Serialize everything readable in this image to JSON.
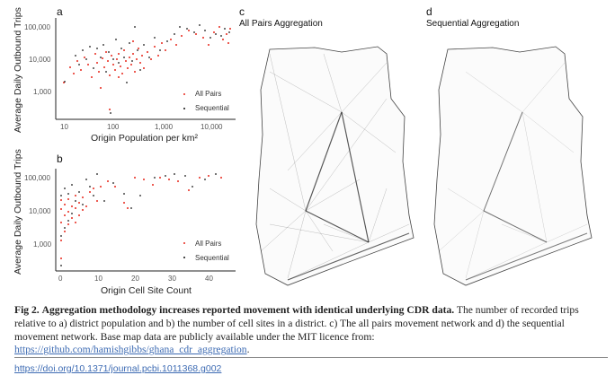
{
  "figure": {
    "panels": {
      "a": {
        "letter": "a",
        "ylabel": "Average Daily Outbound Trips",
        "xlabel": "Origin Population per  km²"
      },
      "b": {
        "letter": "b",
        "ylabel": "Average Daily Outbound Trips",
        "xlabel": "Origin Cell Site Count"
      },
      "c": {
        "letter": "c",
        "title": "All Pairs Aggregation"
      },
      "d": {
        "letter": "d",
        "title": "Sequential Aggregation"
      }
    },
    "legend": {
      "all_pairs": "All Pairs",
      "sequential": "Sequential"
    },
    "colors": {
      "all_pairs": "#e8271c",
      "sequential": "#111111"
    }
  },
  "caption": {
    "label": "Fig 2.",
    "title": "Aggregation methodology increases reported movement with identical underlying CDR data.",
    "body": " The number of recorded trips relative to a) district population and b) the number of cell sites in a district. c) The all pairs movement network and d) the sequential movement network. Base map data are publicly available under the MIT licence from: ",
    "link": "https://github.com/hamishgibbs/ghana_cdr_aggregation",
    "end": "."
  },
  "doi": "https://doi.org/10.1371/journal.pcbi.1011368.g002",
  "chart_data": [
    {
      "type": "scatter",
      "panel": "a",
      "xlabel": "Origin Population per km²",
      "ylabel": "Average Daily Outbound Trips",
      "xscale": "log",
      "yscale": "log",
      "xticks": [
        "10",
        "100",
        "1,000",
        "10,000"
      ],
      "yticks": [
        "1,000",
        "10,000",
        "100,000"
      ],
      "xlim": [
        8,
        30000
      ],
      "ylim": [
        150,
        150000
      ],
      "legend": [
        "All Pairs",
        "Sequential"
      ],
      "legend_position": "bottom-right",
      "series": [
        {
          "name": "All Pairs",
          "color": "#e8271c",
          "points": [
            [
              10,
              1800
            ],
            [
              14,
              5500
            ],
            [
              18,
              3500
            ],
            [
              22,
              7000
            ],
            [
              30,
              9000
            ],
            [
              40,
              6000
            ],
            [
              50,
              8000
            ],
            [
              60,
              2500
            ],
            [
              70,
              12000
            ],
            [
              80,
              5000
            ],
            [
              90,
              9000
            ],
            [
              100,
              8000
            ],
            [
              110,
              250
            ],
            [
              120,
              15000
            ],
            [
              130,
              6000
            ],
            [
              150,
              10000
            ],
            [
              200,
              9000
            ],
            [
              250,
              12000
            ],
            [
              300,
              20000
            ],
            [
              400,
              8000
            ],
            [
              600,
              25000
            ],
            [
              1000,
              40000
            ],
            [
              1200,
              60000
            ],
            [
              2000,
              90000
            ],
            [
              3000,
              80000
            ],
            [
              5000,
              40000
            ],
            [
              8000,
              50000
            ],
            [
              12000,
              100000
            ],
            [
              18000,
              60000
            ],
            [
              22000,
              50000
            ]
          ]
        },
        {
          "name": "Sequential",
          "color": "#111111",
          "points": [
            [
              10,
              1900
            ],
            [
              14,
              11000
            ],
            [
              20,
              8000
            ],
            [
              30,
              15000
            ],
            [
              50,
              30000
            ],
            [
              60,
              12000
            ],
            [
              80,
              20000
            ],
            [
              100,
              10000
            ],
            [
              110,
              180
            ],
            [
              120,
              40000
            ],
            [
              150,
              7000
            ],
            [
              200,
              25000
            ],
            [
              300,
              90000
            ],
            [
              500,
              15000
            ],
            [
              800,
              30000
            ],
            [
              1200,
              70000
            ],
            [
              2000,
              100000
            ],
            [
              4000,
              110000
            ],
            [
              6000,
              60000
            ],
            [
              10000,
              70000
            ],
            [
              20000,
              80000
            ]
          ]
        }
      ]
    },
    {
      "type": "scatter",
      "panel": "b",
      "xlabel": "Origin Cell Site Count",
      "ylabel": "Average Daily Outbound Trips",
      "yscale": "log",
      "xticks": [
        "0",
        "10",
        "20",
        "30",
        "40"
      ],
      "yticks": [
        "1,000",
        "10,000",
        "100,000"
      ],
      "xlim": [
        -1,
        47
      ],
      "ylim": [
        150,
        150000
      ],
      "legend": [
        "All Pairs",
        "Sequential"
      ],
      "legend_position": "bottom-right",
      "series": [
        {
          "name": "All Pairs",
          "color": "#e8271c",
          "points": [
            [
              1,
              250
            ],
            [
              1,
              900
            ],
            [
              1,
              5000
            ],
            [
              2,
              3000
            ],
            [
              3,
              8000
            ],
            [
              4,
              10000
            ],
            [
              5,
              6000
            ],
            [
              6,
              12000
            ],
            [
              7,
              9000
            ],
            [
              8,
              20000
            ],
            [
              10,
              30000
            ],
            [
              12,
              15000
            ],
            [
              15,
              80000
            ],
            [
              19,
              8000
            ],
            [
              20,
              12000
            ],
            [
              22,
              90000
            ],
            [
              24,
              100000
            ],
            [
              27,
              45000
            ],
            [
              29,
              90000
            ],
            [
              33,
              80000
            ],
            [
              35,
              75000
            ],
            [
              38,
              35000
            ],
            [
              39,
              90000
            ],
            [
              41,
              110000
            ],
            [
              45,
              90000
            ]
          ]
        },
        {
          "name": "Sequential",
          "color": "#111111",
          "points": [
            [
              1,
              180
            ],
            [
              1,
              2000
            ],
            [
              2,
              40000
            ],
            [
              3,
              15000
            ],
            [
              4,
              60000
            ],
            [
              5,
              30000
            ],
            [
              6,
              20000
            ],
            [
              8,
              95000
            ],
            [
              10,
              60000
            ],
            [
              12,
              110000
            ],
            [
              15,
              12000
            ],
            [
              18,
              70000
            ],
            [
              19,
              35000
            ],
            [
              22,
              13000
            ],
            [
              24,
              32000
            ],
            [
              27,
              100000
            ],
            [
              29,
              85000
            ],
            [
              32,
              100000
            ],
            [
              33,
              70000
            ],
            [
              38,
              40000
            ],
            [
              42,
              95000
            ]
          ]
        }
      ]
    }
  ]
}
